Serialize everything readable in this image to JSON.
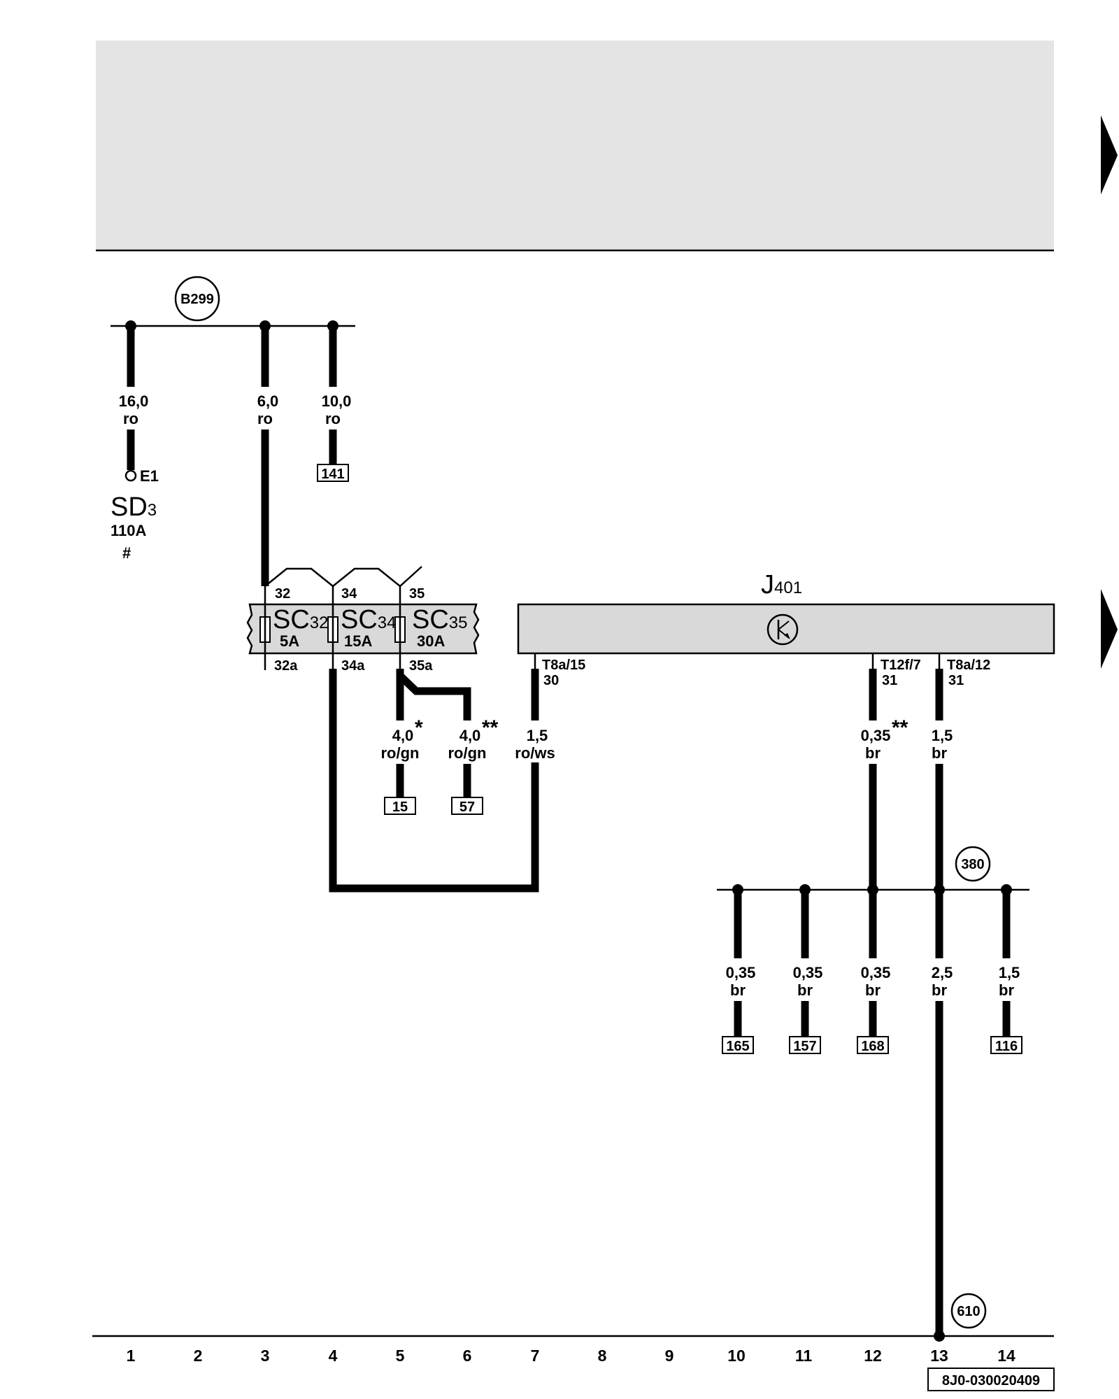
{
  "colors": {
    "header_band": "#e4e4e4",
    "module_fill": "#d9d9d9",
    "line": "#000000",
    "background": "#ffffff"
  },
  "circles": {
    "b299": "B299",
    "c380": "380",
    "c610": "610"
  },
  "top_wires": {
    "w1": {
      "size": "16,0",
      "color": "ro"
    },
    "w3": {
      "size": "6,0",
      "color": "ro"
    },
    "w4": {
      "size": "10,0",
      "color": "ro"
    }
  },
  "boxes": {
    "b141": "141",
    "b15": "15",
    "b57": "57",
    "b165": "165",
    "b157": "157",
    "b168": "168",
    "b116": "116"
  },
  "e1_label": "E1",
  "sd3": {
    "name": "SD",
    "sub": "3",
    "rating": "110A",
    "mark": "#"
  },
  "fuses": [
    {
      "name": "SC",
      "sub": "32",
      "rating": "5A",
      "pin_in": "32",
      "pin_out": "32a"
    },
    {
      "name": "SC",
      "sub": "34",
      "rating": "15A",
      "pin_in": "34",
      "pin_out": "34a"
    },
    {
      "name": "SC",
      "sub": "35",
      "rating": "30A",
      "pin_in": "35",
      "pin_out": "35a"
    }
  ],
  "j401": {
    "name": "J",
    "sub": "401"
  },
  "j401_pins": {
    "p1": {
      "line1": "T8a/15",
      "line2": "30"
    },
    "p2": {
      "line1": "T12f/7",
      "line2": "31"
    },
    "p3": {
      "line1": "T8a/12",
      "line2": "31"
    }
  },
  "mid_wires": {
    "w5": {
      "size": "4,0",
      "color": "ro/gn",
      "mark": "*"
    },
    "w6": {
      "size": "4,0",
      "color": "ro/gn",
      "mark": "**"
    },
    "w7": {
      "size": "1,5",
      "color": "ro/ws"
    },
    "w12": {
      "size": "0,35",
      "color": "br",
      "mark": "**"
    },
    "w13": {
      "size": "1,5",
      "color": "br"
    }
  },
  "bottom_wires": {
    "w10": {
      "size": "0,35",
      "color": "br"
    },
    "w11": {
      "size": "0,35",
      "color": "br"
    },
    "w12": {
      "size": "0,35",
      "color": "br"
    },
    "w13": {
      "size": "2,5",
      "color": "br"
    },
    "w14": {
      "size": "1,5",
      "color": "br"
    }
  },
  "columns": [
    "1",
    "2",
    "3",
    "4",
    "5",
    "6",
    "7",
    "8",
    "9",
    "10",
    "11",
    "12",
    "13",
    "14"
  ],
  "reference": "8J0-030020409"
}
